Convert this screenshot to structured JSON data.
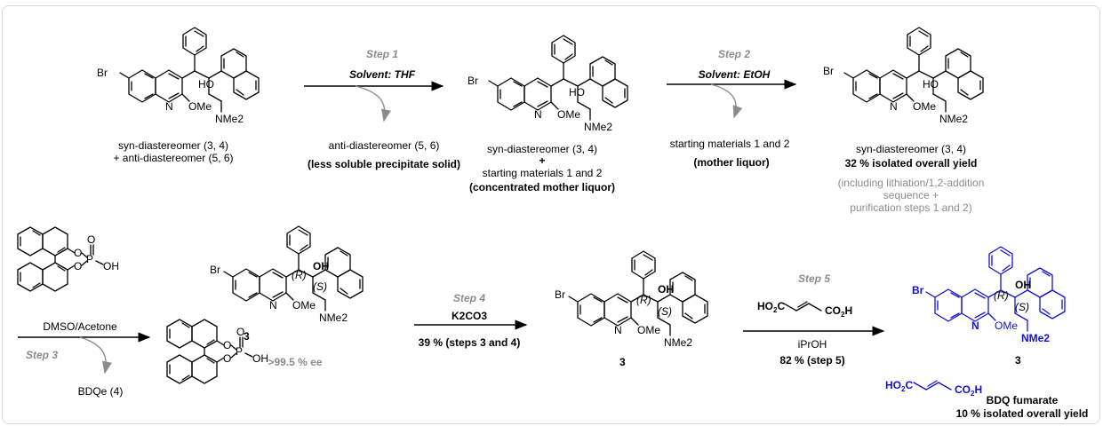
{
  "row1": {
    "sm_label_line1": "syn-diastereomer (3, 4)",
    "sm_label_line2": "+ anti-diastereomer (5, 6)",
    "step1_title": "Step 1",
    "step1_solvent": "Solvent: THF",
    "step1_removed": "anti-diastereomer (5, 6)",
    "step1_removed_note": "(less soluble precipitate solid)",
    "mid_label_line1": "syn-diastereomer (3, 4)",
    "mid_label_line2": "+",
    "mid_label_line3": "starting materials 1 and 2",
    "mid_label_line4": "(concentrated mother liquor)",
    "step2_title": "Step 2",
    "step2_solvent": "Solvent: EtOH",
    "step2_removed": "starting materials 1 and 2",
    "step2_removed_note": "(mother liquor)",
    "prod_label": "syn-diastereomer (3, 4)",
    "prod_yield": "32 % isolated overall yield",
    "prod_note_1": "(including lithiation/1,2-addition",
    "prod_note_2": "sequence +",
    "prod_note_3": "purification steps 1 and 2)"
  },
  "row2": {
    "solvent": "DMSO/Acetone",
    "step3_title": "Step 3",
    "step3_removed": "BDQe (4)",
    "salt_compound": "3",
    "salt_ee": ">99.5 % ee",
    "step4_title": "Step 4",
    "step4_reagent": "K2CO3",
    "step4_yield": "39 % (steps 3 and 4)",
    "free_compound": "3",
    "step5_title": "Step 5",
    "step5_reagent": "HO2C–CH=CH–CO2H",
    "step5_solvent": "iPrOH",
    "step5_yield": "82 % (step 5)",
    "final_compound": "3",
    "final_name": "BDQ fumarate",
    "final_yield": "10 % isolated overall yield"
  },
  "atoms": {
    "br": "Br",
    "n": "N",
    "ome": "OMe",
    "ho": "HO",
    "oh": "OH",
    "nme2": "NMe2",
    "o": "O",
    "p": "P",
    "r": "(R)",
    "s": "(S)"
  },
  "colors": {
    "frame": "#d9d9d9",
    "grey_text": "#8c8c8c",
    "highlight_blue": "#1010d8"
  }
}
